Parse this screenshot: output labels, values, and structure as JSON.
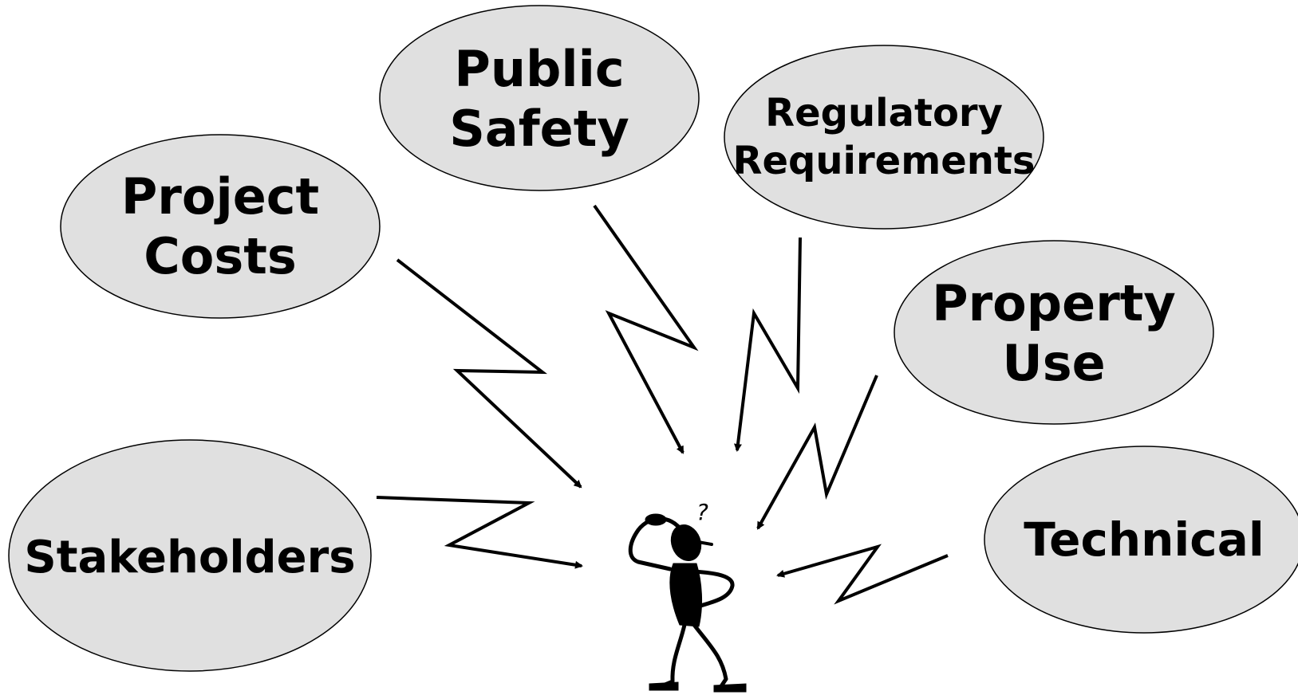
{
  "diagram": {
    "colors": {
      "bubble_fill": "#e0e0e0",
      "outline": "#000000",
      "background": "#ffffff"
    },
    "bubbles": {
      "public_safety": {
        "lines": [
          "Public",
          "Safety"
        ]
      },
      "regulatory": {
        "lines": [
          "Regulatory",
          "Requirements"
        ]
      },
      "project_costs": {
        "lines": [
          "Project",
          "Costs"
        ]
      },
      "property_use": {
        "lines": [
          "Property",
          "Use"
        ]
      },
      "stakeholders": {
        "lines": [
          "Stakeholders"
        ]
      },
      "technical": {
        "lines": [
          "Technical"
        ]
      }
    },
    "figure": {
      "icon": "confused-person-icon",
      "thought_mark": "?"
    }
  }
}
